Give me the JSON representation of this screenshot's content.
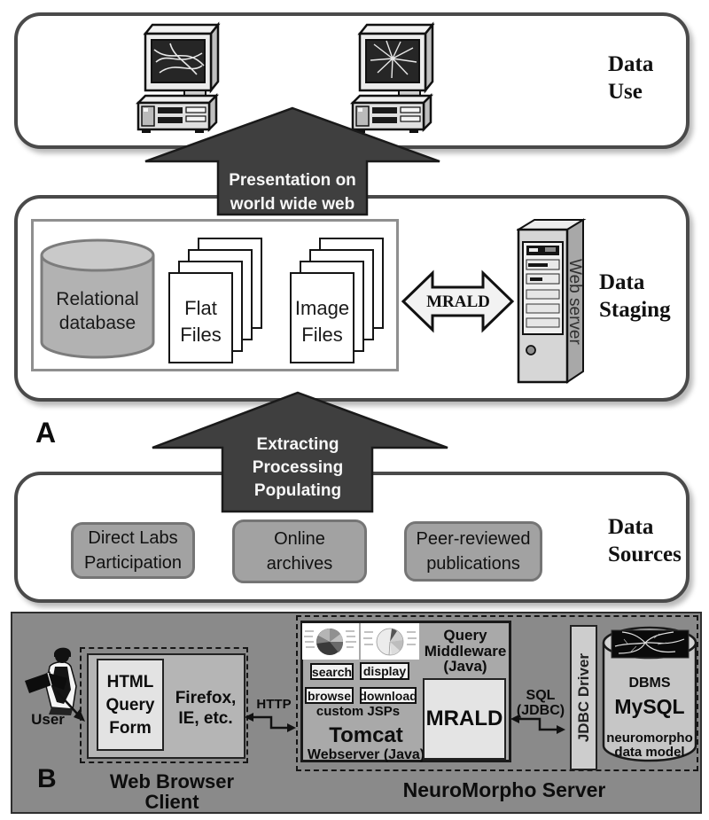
{
  "panel_a": {
    "label": "A",
    "data_use": {
      "label": "Data Use"
    },
    "arrow_presentation": {
      "line1": "Presentation on",
      "line2": "world wide web"
    },
    "data_staging": {
      "label": "Data Staging",
      "relational_database": "Relational database",
      "flat_files": "Flat Files",
      "image_files": "Image Files",
      "mrald_arrow": "MRALD",
      "web_server": "Web server"
    },
    "arrow_etl": {
      "line1": "Extracting",
      "line2": "Processing",
      "line3": "Populating"
    },
    "data_sources": {
      "label": "Data Sources",
      "box1": "Direct Labs Participation",
      "box2": "Online archives",
      "box3": "Peer-reviewed publications"
    }
  },
  "panel_b": {
    "label": "B",
    "user_label": "User",
    "web_browser_client": {
      "title": "Web Browser Client",
      "html_query_form": "HTML Query Form",
      "browsers": "Firefox, IE, etc."
    },
    "http_label": "HTTP",
    "neuromorpho_server": {
      "title": "NeuroMorpho Server",
      "tomcat": {
        "name": "Tomcat",
        "subtitle": "Webserver (Java)",
        "custom_jsps": "custom JSPs",
        "buttons": {
          "search": "search",
          "display": "display",
          "browse": "browse",
          "download": "download"
        }
      },
      "query_middleware": {
        "text": "Query Middleware (Java)"
      },
      "mrald": "MRALD",
      "sql_label": {
        "line1": "SQL",
        "line2": "(JDBC)"
      },
      "jdbc_driver": "JDBC Driver",
      "database": {
        "dbms": "DBMS",
        "engine": "MySQL",
        "model": "neuromorpho data model"
      }
    }
  },
  "icons": {
    "workstation": "desktop-computer-with-neuron-trace-screen",
    "web_server_tower": "server-tower",
    "relational_db": "database-cylinder",
    "mysql_db": "database-cylinder-with-neuron-image",
    "user_figure": "person-reading-silhouette",
    "pie_thumbnails": "pie-chart-preview-images",
    "block_arrows": "upward-block-arrow",
    "mrald_double_arrow": "horizontal-double-arrow",
    "zigzag_arrows": "bidirectional-step-arrow"
  },
  "colors": {
    "arrow_fill": "#3f3f3f",
    "panel_b_bg": "#8a8a8a",
    "rounded_box_border": "#4a4a4a",
    "source_box_fill": "#a2a2a2",
    "tomcat_box_fill": "#a9a9a9",
    "mrald_box_fill": "#e4e4e4"
  }
}
